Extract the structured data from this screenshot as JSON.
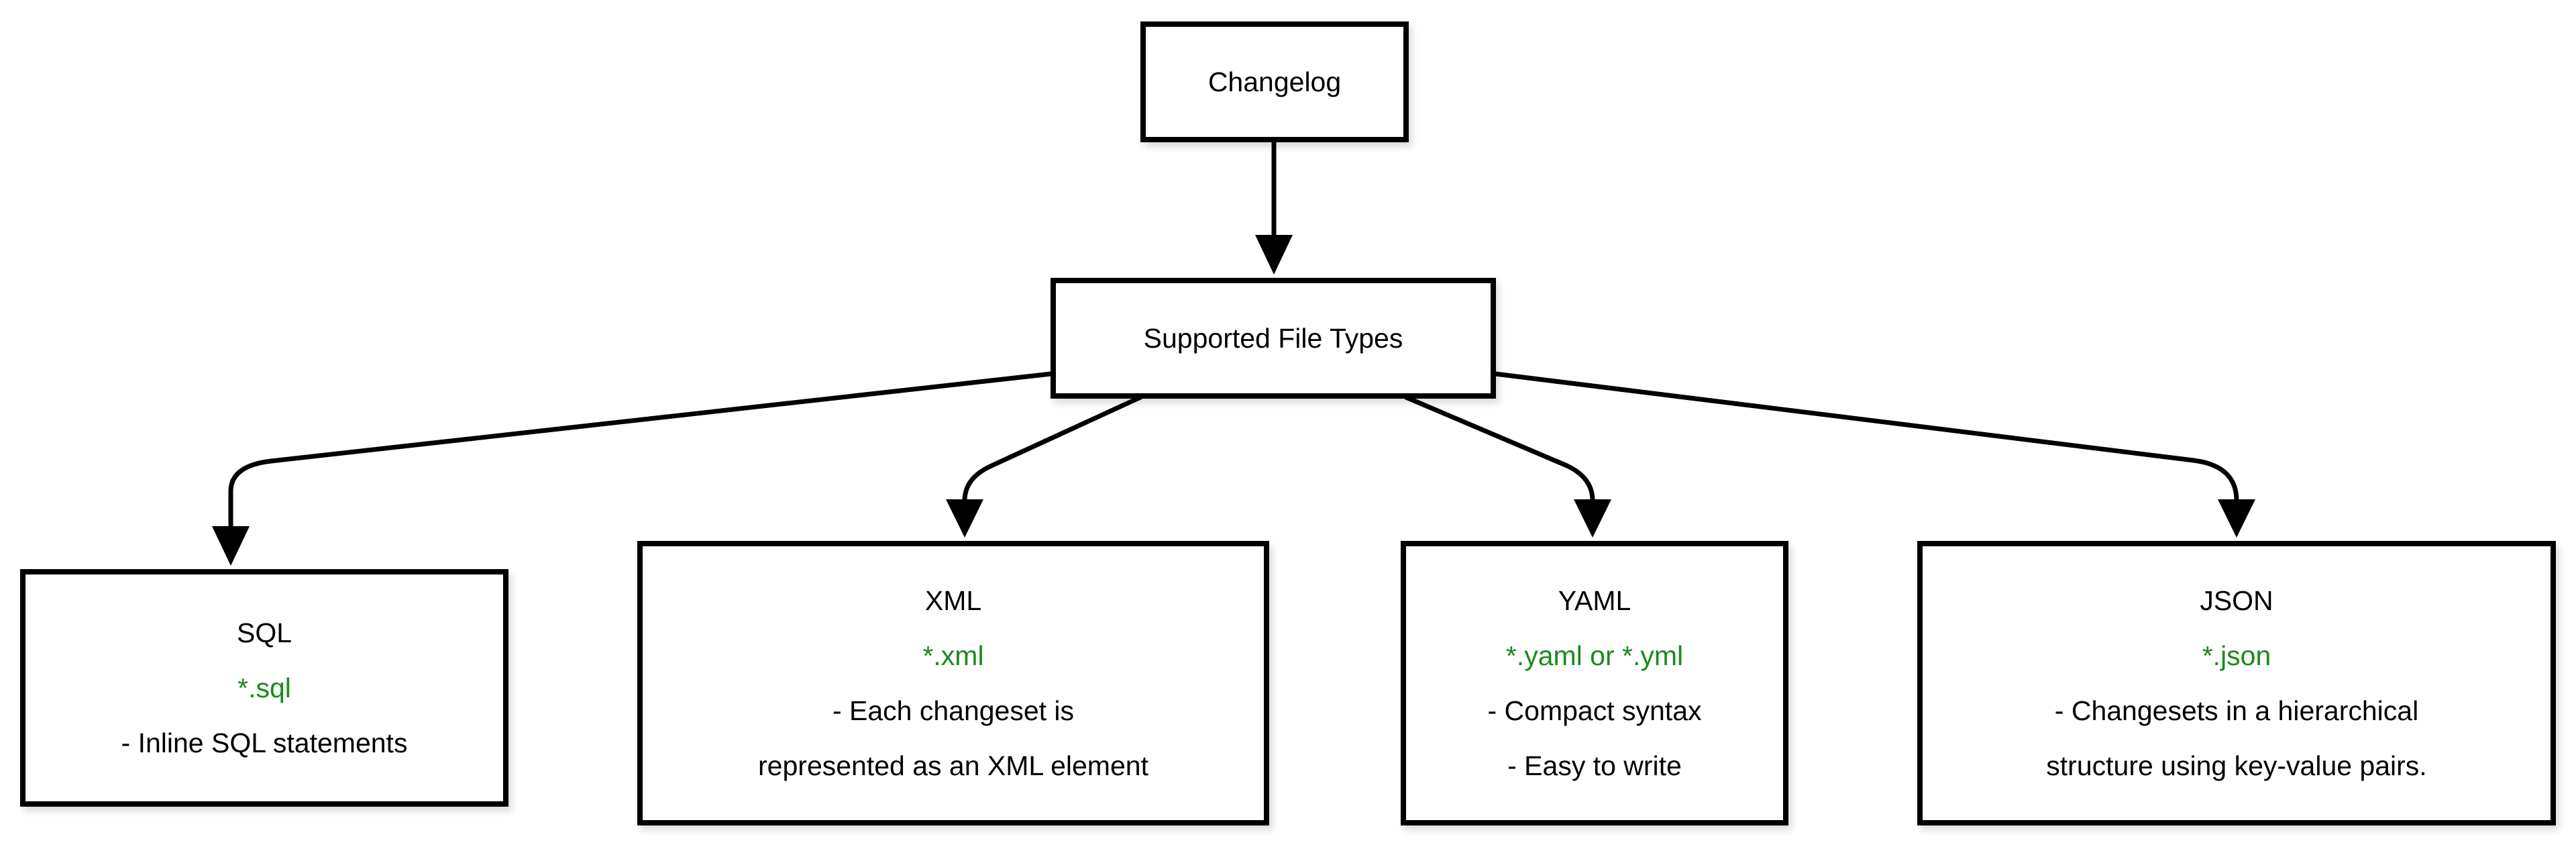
{
  "colors": {
    "background": "#ffffff",
    "stroke": "#000000",
    "text": "#000000",
    "file_pattern_green": "#1a8a1a"
  },
  "nodes": {
    "changelog": {
      "label": "Changelog"
    },
    "file_types": {
      "label": "Supported File Types"
    },
    "sql": {
      "title": "SQL",
      "pattern": "*.sql",
      "details": [
        "- Inline SQL statements"
      ]
    },
    "xml": {
      "title": "XML",
      "pattern": "*.xml",
      "details": [
        "- Each changeset is",
        "represented as an XML element"
      ]
    },
    "yaml": {
      "title": "YAML",
      "pattern": "*.yaml or *.yml",
      "details": [
        "- Compact syntax",
        "- Easy to write"
      ]
    },
    "json": {
      "title": "JSON",
      "pattern": "*.json",
      "details": [
        "- Changesets in a hierarchical",
        "structure using key-value pairs."
      ]
    }
  },
  "edges": [
    {
      "from": "changelog",
      "to": "file_types"
    },
    {
      "from": "file_types",
      "to": "sql"
    },
    {
      "from": "file_types",
      "to": "xml"
    },
    {
      "from": "file_types",
      "to": "yaml"
    },
    {
      "from": "file_types",
      "to": "json"
    }
  ]
}
